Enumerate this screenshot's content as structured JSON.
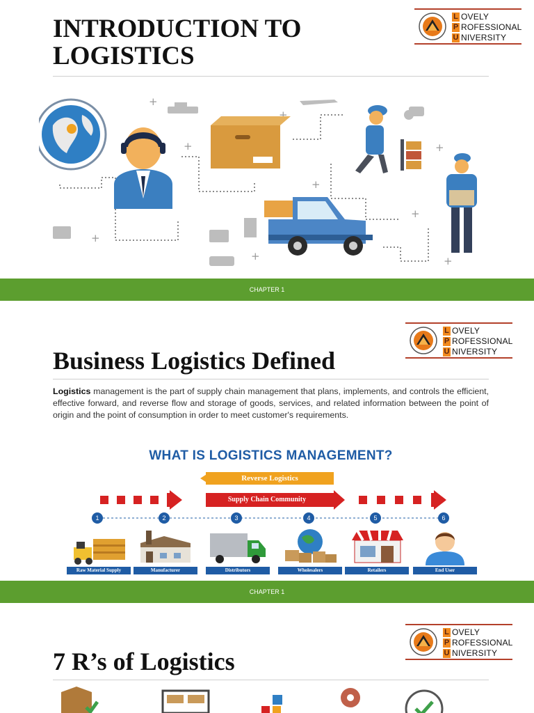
{
  "slide1": {
    "title_line1": "INTRODUCTION TO",
    "title_line2": "LOGISTICS",
    "footer": "CHAPTER 1"
  },
  "logo": {
    "l1": "L",
    "w1": "OVELY",
    "l2": "P",
    "w2": "ROFESSIONAL",
    "l3": "U",
    "w3": "NIVERSITY"
  },
  "slide2": {
    "title": "Business Logistics Defined",
    "defn_term": "Logistics",
    "defn_text": " management is the part of supply chain management that plans, implements, and controls the efficient, effective forward, and reverse flow and storage of goods, services, and related information between the point of origin and the point of consumption in order to meet customer's requirements.",
    "footer": "CHAPTER 1",
    "infographic": {
      "heading": "WHAT IS LOGISTICS MANAGEMENT?",
      "reverse_label": "Reverse Logistics",
      "forward_label": "Supply Chain Community",
      "stages": [
        {
          "num": "1",
          "label": "Raw Material Supply"
        },
        {
          "num": "2",
          "label": "Manufacturer"
        },
        {
          "num": "3",
          "label": "Distributors"
        },
        {
          "num": "4",
          "label": "Wholesalers"
        },
        {
          "num": "5",
          "label": "Retailers"
        },
        {
          "num": "6",
          "label": "End User"
        }
      ]
    }
  },
  "slide3": {
    "title": "7 R’s of Logistics"
  },
  "colors": {
    "green_bar": "#5c9e2f",
    "blue": "#1f5ca5",
    "red": "#d62222",
    "orange": "#f0a21f"
  }
}
